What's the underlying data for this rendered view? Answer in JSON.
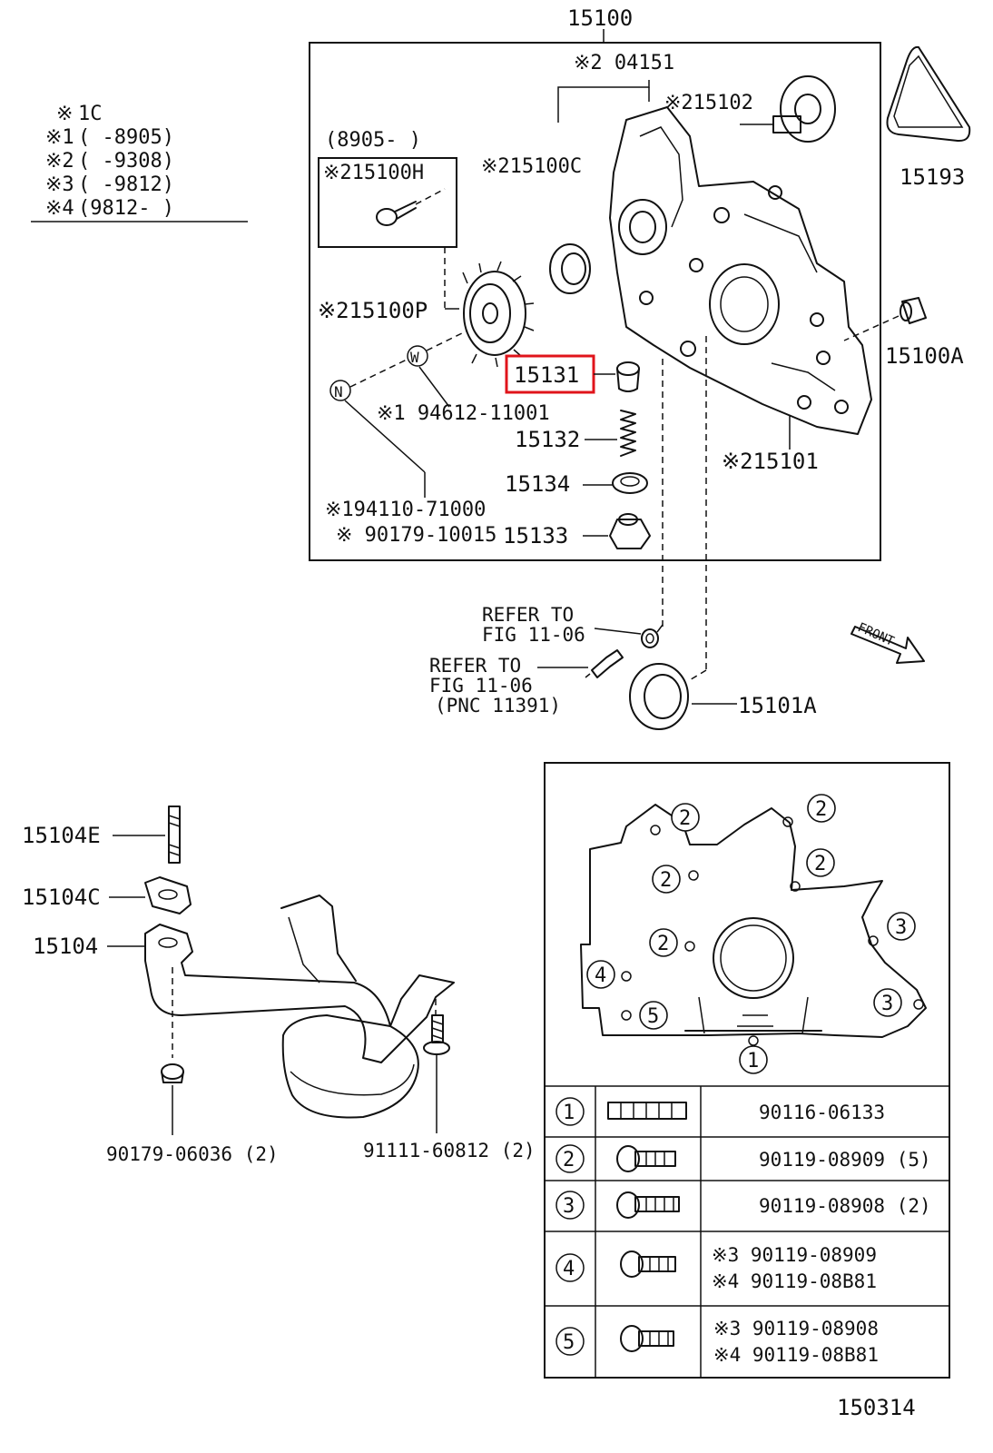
{
  "highlight_color": "#e0141b",
  "codes": [
    {
      "mark": "※",
      "text": " 1C"
    },
    {
      "mark": "※1",
      "text": " (      -8905)"
    },
    {
      "mark": "※2",
      "text": " (      -9308)"
    },
    {
      "mark": "※3",
      "text": " (      -9812)"
    },
    {
      "mark": "※4",
      "text": " (9812-      )"
    }
  ],
  "assembly": {
    "main": "15100",
    "date_range": "(8905-      )",
    "labels": {
      "p04151": "※2 04151",
      "p15102": "※215102",
      "p15100H": "※215100H",
      "p15100C": "※215100C",
      "p15100P": "※215100P",
      "p15131": "15131",
      "p94612": "※1 94612-11001",
      "p15132": "15132",
      "p15101": "※215101",
      "p15134": "15134",
      "p94110": "※194110-71000",
      "p90179": "※ 90179-10015",
      "p15133": "15133",
      "p15193": "15193",
      "p15100A": "15100A"
    },
    "markers": {
      "n": "N",
      "w": "W"
    }
  },
  "refs": {
    "ref1": [
      "REFER TO",
      "FIG 11-06"
    ],
    "ref2": [
      "REFER TO",
      "FIG 11-06",
      "(PNC 11391)"
    ],
    "seal": "15101A",
    "front": "FRONT"
  },
  "strainer": {
    "p15104E": "15104E",
    "p15104C": "15104C",
    "p15104": "15104",
    "nut": "90179-06036 (2)",
    "bolt": "91111-60812 (2)"
  },
  "bolt_map": {
    "positions": [
      "2",
      "2",
      "2",
      "2",
      "2",
      "3",
      "3",
      "4",
      "5",
      "1"
    ],
    "rows": [
      {
        "num": "1",
        "lines": [
          "90116-06133"
        ]
      },
      {
        "num": "2",
        "lines": [
          "90119-08909 (5)"
        ]
      },
      {
        "num": "3",
        "lines": [
          "90119-08908 (2)"
        ]
      },
      {
        "num": "4",
        "lines": [
          "※3  90119-08909",
          "※4  90119-08B81"
        ]
      },
      {
        "num": "5",
        "lines": [
          "※3  90119-08908",
          "※4  90119-08B81"
        ]
      }
    ]
  },
  "figure_id": "150314"
}
